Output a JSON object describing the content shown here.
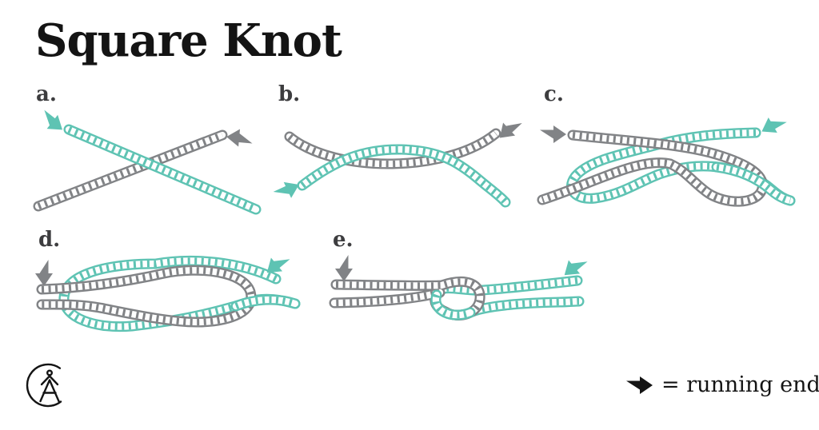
{
  "title": "Square Knot",
  "steps": [
    {
      "label": "a."
    },
    {
      "label": "b."
    },
    {
      "label": "c."
    },
    {
      "label": "d."
    },
    {
      "label": "e."
    }
  ],
  "legend": {
    "icon": "arrow-right-icon",
    "text": "= running end"
  },
  "colors": {
    "teal": "#5ec3b3",
    "gray": "#818386",
    "ink": "#141414"
  },
  "logo_icon": "circle-person-logo"
}
